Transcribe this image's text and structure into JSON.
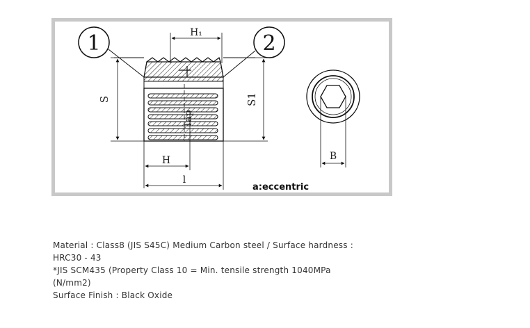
{
  "diagram": {
    "callouts": [
      "1",
      "2"
    ],
    "dimension_labels": {
      "h1": "H₁",
      "s": "S",
      "s1": "S1",
      "h": "H",
      "l": "l",
      "b": "B",
      "thread_size": "Tap"
    },
    "brand": "a:eccentric"
  },
  "spec": {
    "lines": [
      "Material : Class8 (JIS S45C) Medium Carbon steel / Surface hardness :",
      "HRC30 - 43",
      "*JIS SCM435 (Property Class 10 = Min. tensile strength 1040MPa",
      "(N/mm2)",
      "Surface Finish : Black Oxide"
    ]
  },
  "colors": {
    "line": "#111111",
    "frame": "#c8c8c8",
    "text": "#333333"
  }
}
